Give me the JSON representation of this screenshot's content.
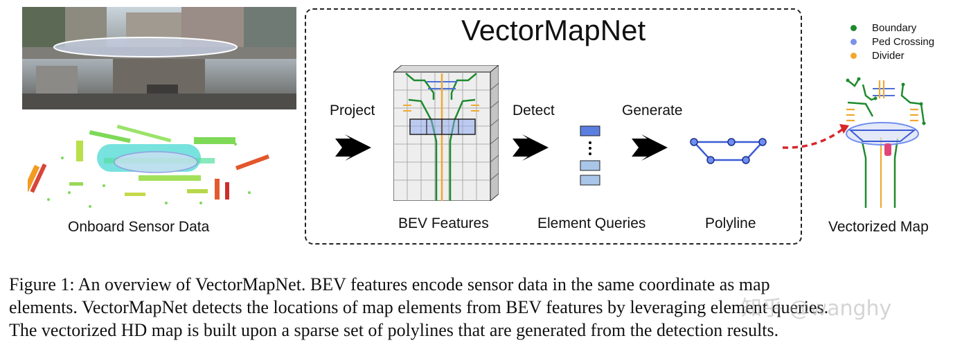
{
  "title": "VectorMapNet",
  "labels": {
    "sensor": "Onboard Sensor Data",
    "project": "Project",
    "detect": "Detect",
    "generate": "Generate",
    "bev": "BEV Features",
    "queries": "Element Queries",
    "polyline": "Polyline",
    "vectorized": "Vectorized Map"
  },
  "legend": [
    {
      "label": "Boundary",
      "color": "#1e8a2e"
    },
    {
      "label": "Ped Crossing",
      "color": "#7b93e6"
    },
    {
      "label": "Divider",
      "color": "#f0a830"
    }
  ],
  "caption": {
    "line1": "Figure 1: An overview of VectorMapNet. BEV features encode sensor data in the same coordinate as map",
    "line2": "elements. VectorMapNet detects the locations of map elements from BEV features by leveraging element queries.",
    "line3": "The vectorized HD map is built upon a sparse set of polylines that are generated from the detection results."
  },
  "watermark": "知乎 @wanghy"
}
